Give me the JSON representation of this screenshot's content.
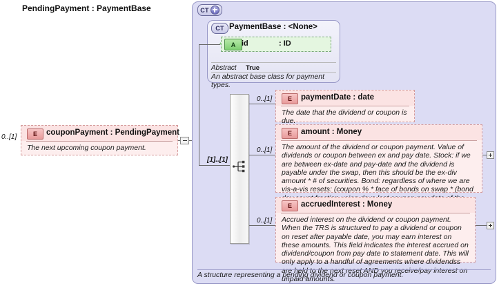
{
  "diagram": {
    "type": "xml-schema-component-diagram",
    "complex_type": {
      "badge": "CT",
      "badge_expand_icon": "plus-circle-icon",
      "title": "PendingPayment : PaymentBase",
      "footer_description": "A structure representing a pending dividend or coupon payment.",
      "base_type": {
        "badge": "CT",
        "title": "PaymentBase : <None>",
        "attribute": {
          "badge": "A",
          "name": "id",
          "type": ": ID"
        },
        "facets": {
          "abstract_label": "Abstract",
          "abstract_value": "True"
        },
        "description": "An abstract base class for payment types."
      },
      "compositor": {
        "kind": "sequence",
        "icon": "sequence-icon",
        "multiplicity": "[1]..[1]"
      },
      "elements": [
        {
          "badge": "E",
          "name": "paymentDate : date",
          "multiplicity": "0..[1]",
          "description": "The date that the dividend or coupon is due.",
          "expandable": false
        },
        {
          "badge": "E",
          "name": "amount   : Money",
          "multiplicity": "0..[1]",
          "description": "The amount of the dividend or coupon payment. Value of dividends or coupon between ex and pay date. Stock: if we are between ex-date and pay-date and the dividend is payable under the swap, then this should be the ex-div amount * # of securities. Bond: regardless of where we are vis-a-vis resets: (coupon % * face of bonds on swap * (bond day count fraction using days last coupon pay date of the bond through today).",
          "expandable": true,
          "expand_icon": "plus-box-icon"
        },
        {
          "badge": "E",
          "name": "accruedInterest : Money",
          "multiplicity": "0..[1]",
          "description": "Accrued interest on the dividend or coupon payment. When the TRS is structured to pay a dividend or coupon on reset after payable date, you may earn interest on these amounts. This field indicates the interest accrued on dividend/coupon from pay date to statement date. This will only apply to a handful of agreements where dividendss are held to the next reset AND you receive/pay interest on unpaid amounts.",
          "expandable": true,
          "expand_icon": "plus-box-icon"
        }
      ]
    },
    "referencing_element": {
      "badge": "E",
      "name": "couponPayment : PendingPayment",
      "multiplicity": "0..[1]",
      "description": "The next upcoming coupon payment.",
      "collapse_icon": "minus-box-icon"
    },
    "colors": {
      "complex_type_panel": "#dcdcf4",
      "element_box": "#fdeeee",
      "element_header": "#fbe3e3",
      "attribute_box": "#e4f6e0",
      "base_box": "#eeeef8"
    }
  }
}
